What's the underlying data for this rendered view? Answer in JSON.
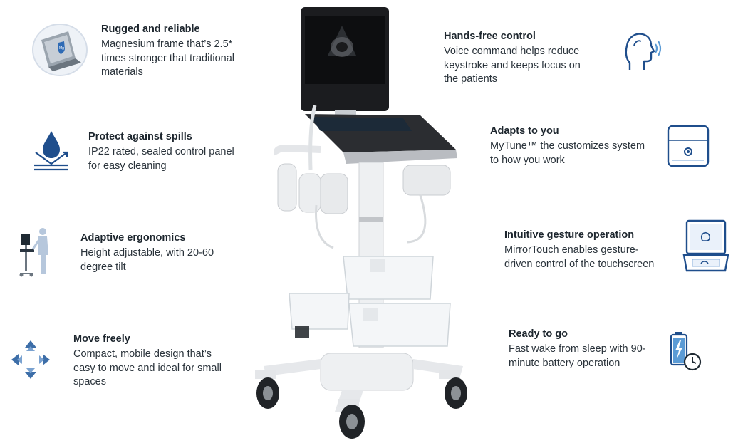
{
  "features": {
    "rugged": {
      "title": "Rugged and reliable",
      "lines": [
        "Magnesium frame that’s 2.5*",
        "times stronger that traditional",
        "materials"
      ]
    },
    "spills": {
      "title": "Protect against spills",
      "lines": [
        "IP22 rated, sealed control panel",
        "for easy cleaning"
      ]
    },
    "ergonomics": {
      "title": "Adaptive ergonomics",
      "lines": [
        "Height adjustable, with 20-60",
        "degree tilt"
      ]
    },
    "move": {
      "title": "Move freely",
      "lines": [
        "Compact, mobile design that’s",
        "easy to move and ideal for small",
        "spaces"
      ]
    },
    "handsfree": {
      "title": "Hands-free control",
      "lines": [
        "Voice command helps reduce",
        "keystroke and keeps focus on",
        "the patients"
      ]
    },
    "adapts": {
      "title": "Adapts to you",
      "lines": [
        "MyTune™ the customizes system",
        "to how you work"
      ]
    },
    "gesture": {
      "title": "Intuitive gesture operation",
      "lines": [
        "MirrorTouch enables gesture-",
        "driven control of the touchscreen"
      ]
    },
    "ready": {
      "title": "Ready to go",
      "lines": [
        "Fast wake from sleep with 90-",
        "minute battery operation"
      ]
    }
  },
  "colors": {
    "icon_blue": "#1f4e8c",
    "icon_light": "#5b9bd5",
    "heading": "#1d262e",
    "cart_white": "#f2f3f4",
    "cart_shadow": "#c9ccd0"
  },
  "icons": {
    "rugged": "laptop-shield-icon",
    "spills": "water-drop-icon",
    "ergonomics": "standing-workstation-icon",
    "move": "move-arrows-icon",
    "handsfree": "voice-head-icon",
    "adapts": "custom-device-icon",
    "gesture": "laptop-gesture-icon",
    "ready": "battery-clock-icon"
  }
}
